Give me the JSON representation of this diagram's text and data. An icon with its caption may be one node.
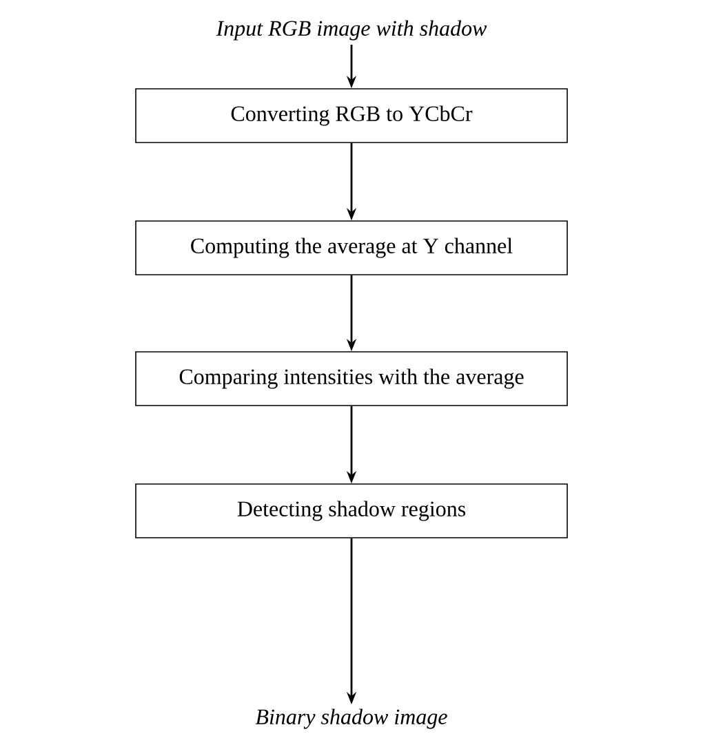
{
  "diagram": {
    "nodes": [
      {
        "text": [
          "Input RGB image with shadow"
        ]
      },
      {
        "text": [
          "Converting RGB to YCbCr"
        ]
      },
      {
        "text": [
          "Computing the average at Y channel"
        ]
      },
      {
        "text": [
          "Comparing intensities with the average"
        ]
      },
      {
        "text": [
          "Detecting shadow regions"
        ]
      },
      {
        "text": [
          "Binary shadow image"
        ]
      }
    ],
    "edges": [
      {
        "from": 0,
        "to": 1,
        "arrow": "to"
      },
      {
        "from": 1,
        "to": 2,
        "arrow": "to"
      },
      {
        "from": 2,
        "to": 3,
        "arrow": "to"
      },
      {
        "from": 3,
        "to": 4,
        "arrow": "to"
      },
      {
        "from": 4,
        "to": 5,
        "arrow": "to"
      }
    ]
  }
}
